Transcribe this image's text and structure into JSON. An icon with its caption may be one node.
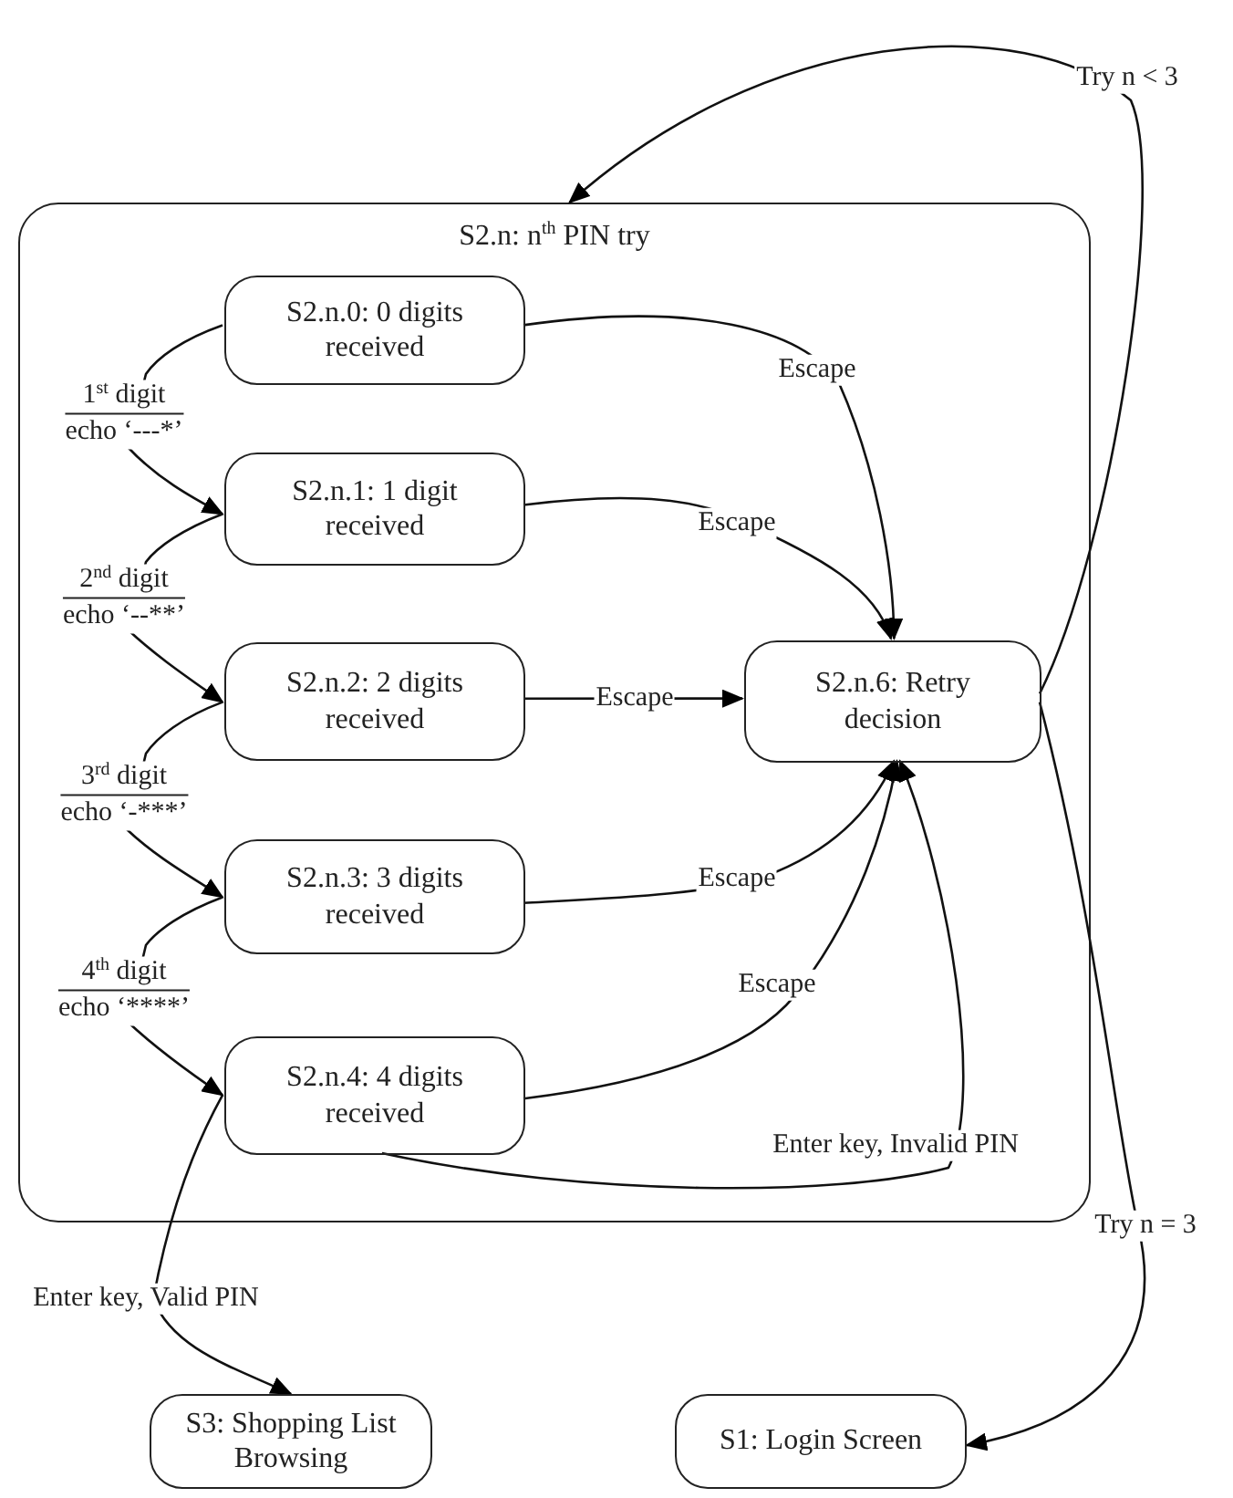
{
  "diagram": {
    "nodes": [
      {
        "text": [
          "S2.n: n$^{th}$ PIN try"
        ]
      },
      {
        "text": [
          "S2.n.0: 0 digits received"
        ],
        "in": 0
      },
      {
        "text": [
          "S2.n.1: 1 digit received"
        ],
        "in": 0
      },
      {
        "text": [
          "S2.n.2: 2 digits received"
        ],
        "in": 0
      },
      {
        "text": [
          "S2.n.3: 3 digits received"
        ],
        "in": 0
      },
      {
        "text": [
          "S2.n.4: 4 digits received"
        ],
        "in": 0
      },
      {
        "text": [
          "S2.n.6: Retry decision"
        ],
        "in": 0
      },
      {
        "text": [
          "S3: Shopping List Browsing"
        ]
      },
      {
        "text": [
          "S1: Login Screen"
        ]
      }
    ],
    "edges": [
      {
        "from": 1,
        "to": 2,
        "arrow": "to",
        "label": "1$^{st}$ digit echo ‘---*’"
      },
      {
        "from": 2,
        "to": 3,
        "arrow": "to",
        "label": "2$^{nd}$ digit echo ‘--**’"
      },
      {
        "from": 3,
        "to": 4,
        "arrow": "to",
        "label": "3$^{rd}$ digit echo ‘-***’"
      },
      {
        "from": 4,
        "to": 5,
        "arrow": "to",
        "label": "4$^{th}$ digit echo ‘****’"
      },
      {
        "from": 1,
        "to": 6,
        "arrow": "to",
        "label": "Escape"
      },
      {
        "from": 2,
        "to": 6,
        "arrow": "to",
        "label": "Escape"
      },
      {
        "from": 3,
        "to": 6,
        "arrow": "to",
        "label": "Escape"
      },
      {
        "from": 4,
        "to": 6,
        "arrow": "to",
        "label": "Escape"
      },
      {
        "from": 5,
        "to": 6,
        "arrow": "to",
        "label": "Escape"
      },
      {
        "from": 5,
        "to": 6,
        "arrow": "to",
        "label": "Enter key, Invalid PIN"
      },
      {
        "from": 6,
        "to": 0,
        "arrow": "to",
        "label": "Try n < 3"
      },
      {
        "from": 6,
        "to": 8,
        "arrow": "to",
        "label": "Try n = 3"
      },
      {
        "from": 5,
        "to": 7,
        "arrow": "to",
        "label": "Enter key, Valid PIN"
      }
    ]
  }
}
